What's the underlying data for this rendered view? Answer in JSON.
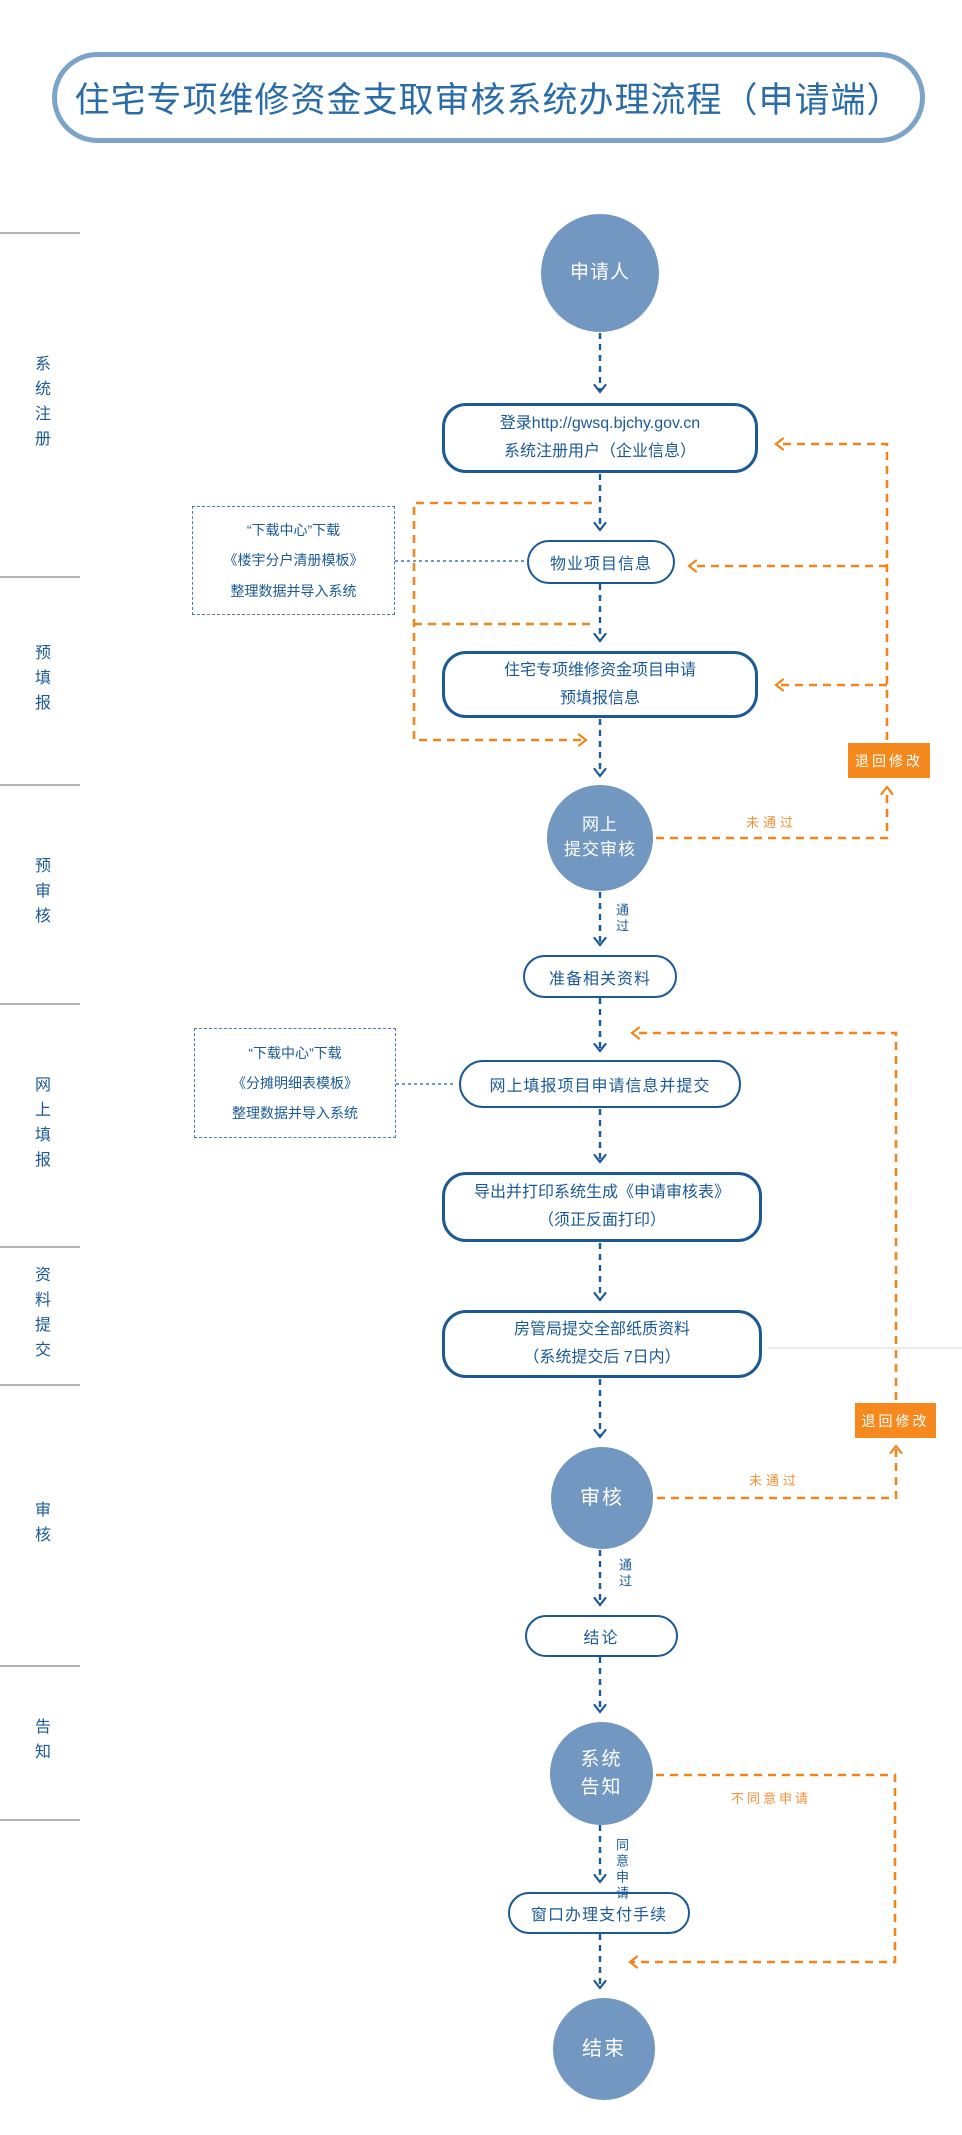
{
  "title": "住宅专项维修资金支取审核系统办理流程（申请端）",
  "sidebar": {
    "stages": [
      {
        "label": "系统注册"
      },
      {
        "label": "预填报"
      },
      {
        "label": "预审核"
      },
      {
        "label": "网上填报"
      },
      {
        "label": "资料提交"
      },
      {
        "label": "审核"
      },
      {
        "label": "告知"
      }
    ]
  },
  "flow": {
    "applicant": "申请人",
    "login": "登录http://gwsq.bjchy.gov.cn\n系统注册用户（企业信息）",
    "property_info": "物业项目信息",
    "prefill": "住宅专项维修资金项目申请\n预填报信息",
    "online_submit": "网上\n提交审核",
    "prepare": "准备相关资料",
    "online_fill": "网上填报项目申请信息并提交",
    "export_print": "导出并打印系统生成《申请审核表》\n（须正反面打印）",
    "submit_paper": "房管局提交全部纸质资料\n（系统提交后 7日内）",
    "review": "审核",
    "conclusion": "结论",
    "system_notify": "系统\n告知",
    "window_pay": "窗口办理支付手续",
    "end": "结束"
  },
  "side_notes": {
    "note1": "“下载中心”下载\n《楼宇分户清册模板》\n整理数据并导入系统",
    "note2": "“下载中心”下载\n《分摊明细表模板》\n整理数据并导入系统"
  },
  "edge_labels": {
    "pass1": "通过",
    "pass2": "通过",
    "fail1": "未通过",
    "fail2": "未通过",
    "agree": "同意申请",
    "disagree": "不同意申请",
    "return_fix1": "退回修改",
    "return_fix2": "退回修改"
  },
  "colors": {
    "node_fill": "#7297C1",
    "line_blue": "#1B5A96",
    "orange": "#F0861B",
    "title_text": "#2A6CA8",
    "title_border": "#7CA3C9"
  }
}
